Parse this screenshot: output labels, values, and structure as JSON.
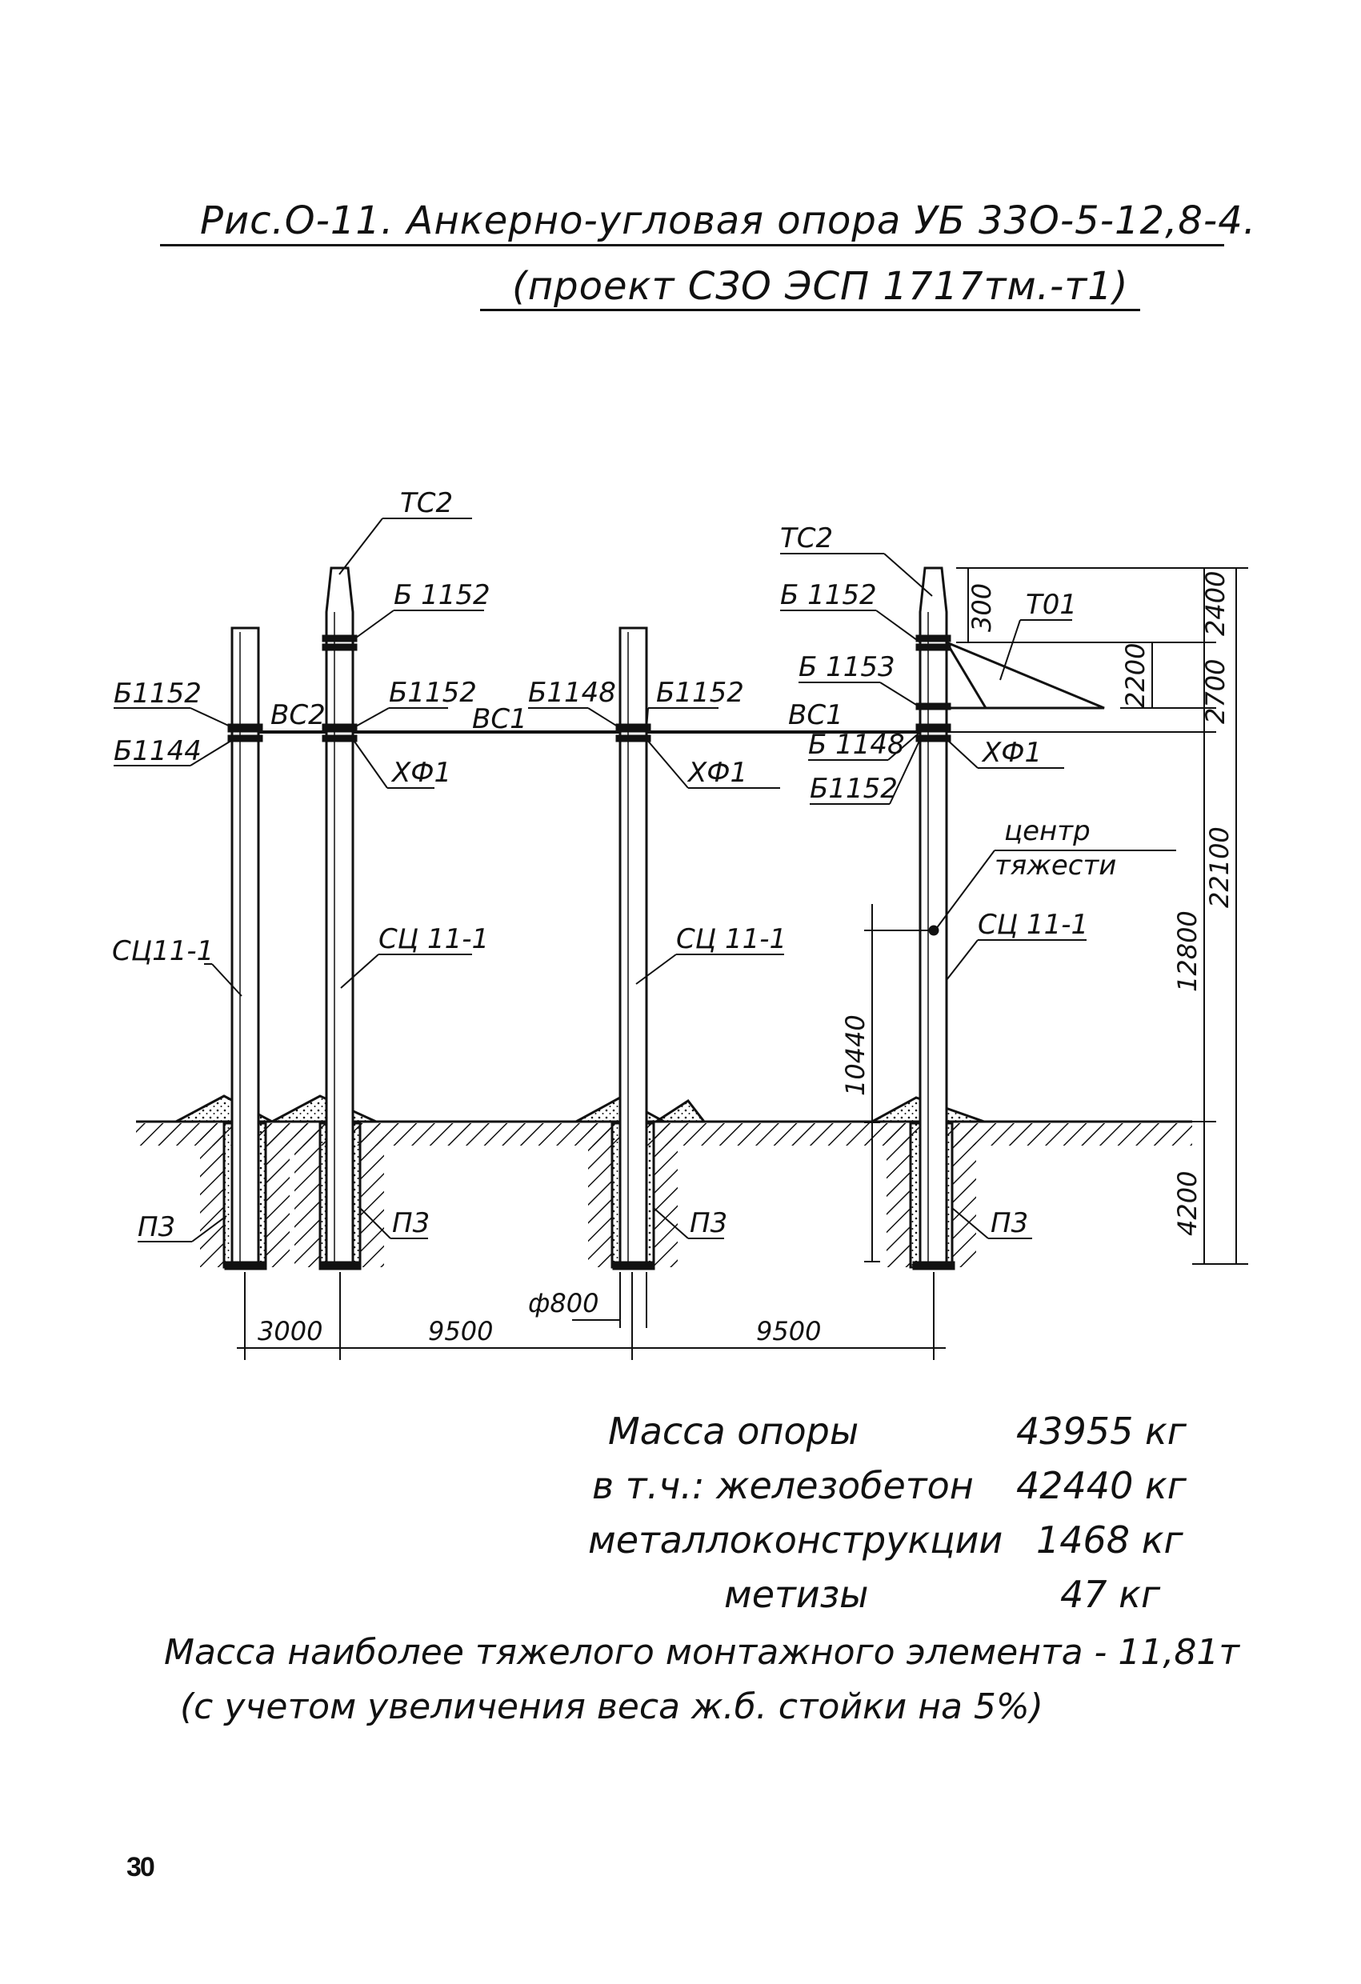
{
  "title": {
    "line1": "Рис.О-11. Анкерно-угловая опора УБ 33О-5-12,8-4.",
    "line2": "(проект СЗО ЭСП 1717тм.-т1)"
  },
  "labels": {
    "tc2_a": "ТС2",
    "tc2_b": "ТС2",
    "b1152_a": "Б 1152",
    "b1152_b": "Б1152",
    "b1152_c": "Б1152",
    "b1152_d": "Б1152",
    "b1152_e": "Б 1152",
    "b1152_f": "Б1152",
    "b1144": "Б1144",
    "b1148_a": "Б1148",
    "b1148_b": "Б 1148",
    "b1153": "Б 1153",
    "bc2": "ВС2",
    "bc1_a": "ВС1",
    "bc1_b": "ВС1",
    "xf1_a": "ХФ1",
    "xf1_b": "ХФ1",
    "xf1_c": "ХФ1",
    "t01": "Т01",
    "sc_a": "СЦ11-1",
    "sc_b": "СЦ 11-1",
    "sc_c": "СЦ 11-1",
    "sc_d": "СЦ 11-1",
    "center_1": "центр",
    "center_2": "тяжести",
    "p3_a": "П3",
    "p3_b": "П3",
    "p3_c": "П3",
    "p3_d": "П3"
  },
  "dimensions": {
    "d300": "300",
    "d2400": "2400",
    "d2200": "2200",
    "d2700": "2700",
    "d12800": "12800",
    "d22100": "22100",
    "d10440": "10440",
    "d4200": "4200",
    "d3000": "3000",
    "d9500_a": "9500",
    "d9500_b": "9500",
    "d800": "ф800"
  },
  "mass": {
    "rows": [
      {
        "label": "Масса опоры",
        "value": "43955 кг"
      },
      {
        "label": "в т.ч.: железобетон",
        "value": "42440 кг"
      },
      {
        "label": "металлоконструкции",
        "value": "1468 кг"
      },
      {
        "label": "метизы",
        "value": "47 кг"
      }
    ]
  },
  "note": {
    "line1": "Масса наиболее тяжелого монтажного элемента - 11,81т",
    "line2": "(с учетом увеличения веса ж.б. стойки на 5%)"
  },
  "page_number": "30"
}
